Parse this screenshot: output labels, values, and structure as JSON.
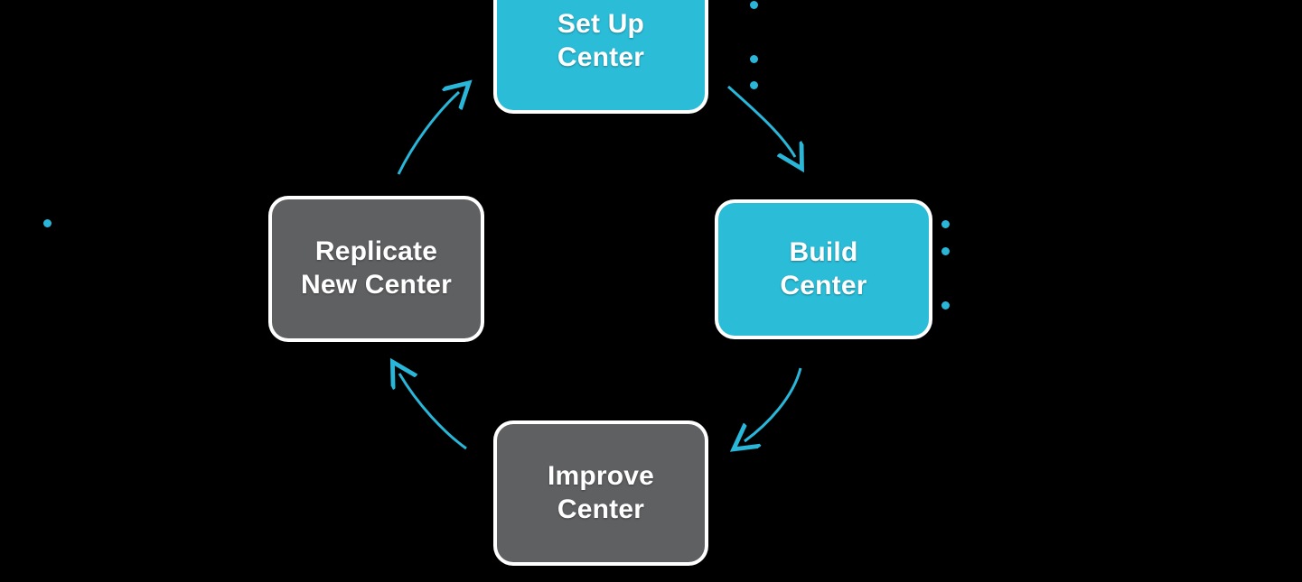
{
  "diagram": {
    "type": "cycle",
    "title": "",
    "background_color": "#000000",
    "accent_color": "#2BBDD8",
    "secondary_color": "#5F6062",
    "arrow_color": "#29B6D8",
    "border_color": "#FFFFFF",
    "nodes": [
      {
        "id": "set-up-center",
        "label": "Set Up\nCenter",
        "color": "cyan",
        "order": 1
      },
      {
        "id": "build-center",
        "label": "Build\nCenter",
        "color": "cyan",
        "order": 2
      },
      {
        "id": "improve-center",
        "label": "Improve\nCenter",
        "color": "gray",
        "order": 3
      },
      {
        "id": "replicate-new-center",
        "label": "Replicate\nNew Center",
        "color": "gray",
        "order": 4
      }
    ],
    "arrows": [
      {
        "id": "arrow-setup-to-build",
        "from": "set-up-center",
        "to": "build-center"
      },
      {
        "id": "arrow-build-to-improve",
        "from": "build-center",
        "to": "improve-center"
      },
      {
        "id": "arrow-improve-to-replicate",
        "from": "improve-center",
        "to": "replicate-new-center"
      },
      {
        "id": "arrow-replicate-to-setup",
        "from": "replicate-new-center",
        "to": "set-up-center"
      }
    ],
    "bullet_groups": [
      {
        "id": "bullets-top-right",
        "near": "set-up-center",
        "count": 3,
        "text": [
          "",
          "",
          ""
        ]
      },
      {
        "id": "bullets-right",
        "near": "build-center",
        "count": 3,
        "text": [
          "",
          "",
          ""
        ]
      },
      {
        "id": "bullets-left",
        "near": "replicate-new-center",
        "count": 1,
        "text": [
          ""
        ]
      }
    ]
  }
}
